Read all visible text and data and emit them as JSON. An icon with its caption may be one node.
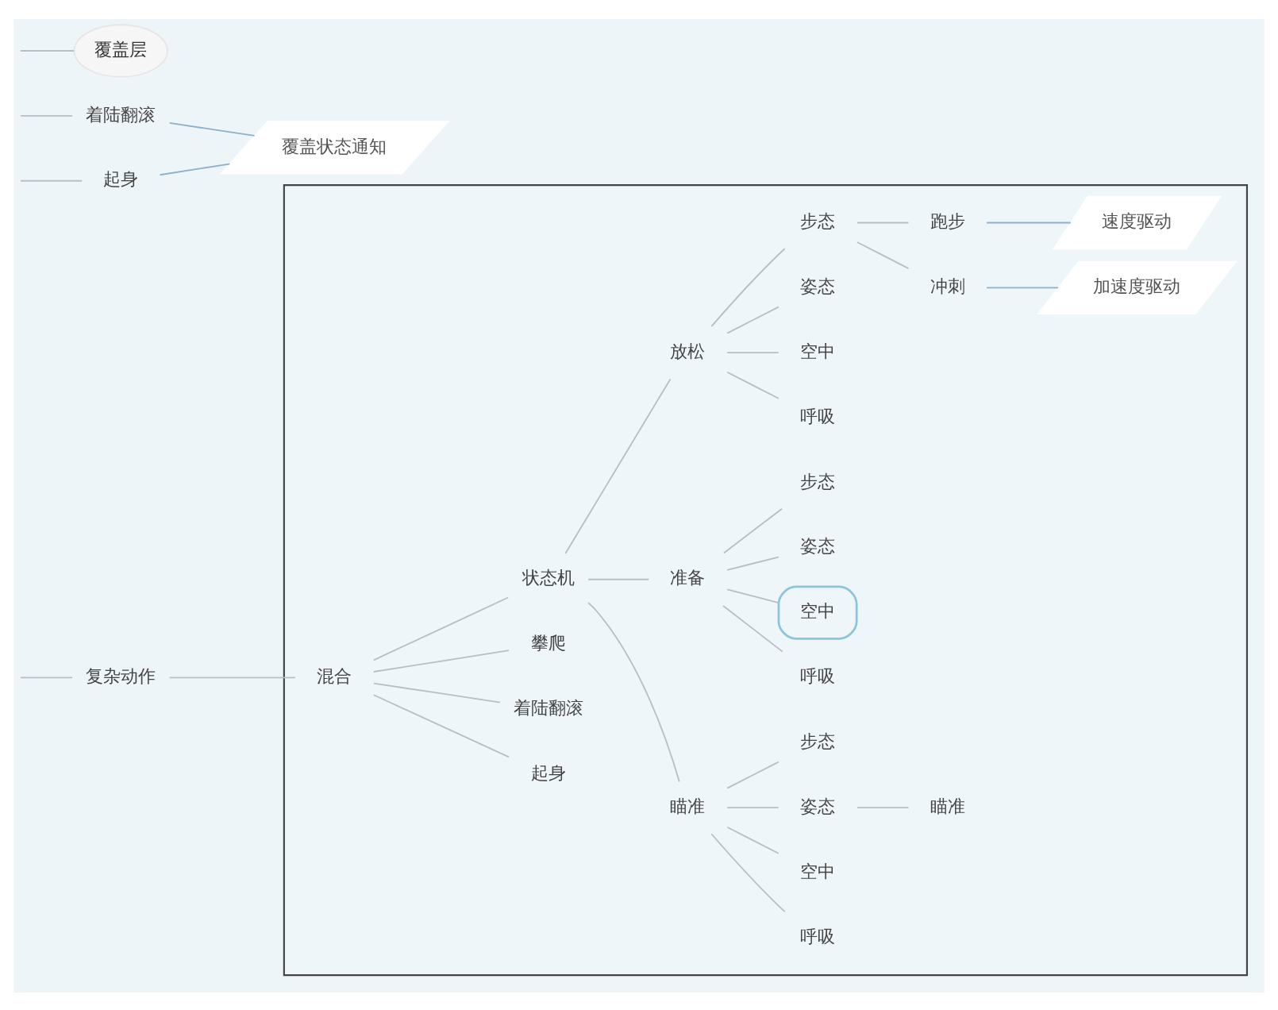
{
  "diagram": {
    "nodes": [
      {
        "text": [
          "覆盖层"
        ]
      },
      {
        "text": [
          "着陆翻滚"
        ]
      },
      {
        "text": [
          "覆盖状态通知"
        ]
      },
      {
        "text": [
          "起身"
        ]
      },
      {
        "text": [
          "复杂动作"
        ]
      },
      {
        "text": [],
        "shape": "box"
      },
      {
        "text": [
          "混合"
        ],
        "in": 5
      },
      {
        "text": [
          "状态机"
        ],
        "in": 5
      },
      {
        "text": [
          "放松"
        ],
        "in": 5
      },
      {
        "text": [
          "步态"
        ],
        "in": 5
      },
      {
        "text": [
          "跑步"
        ],
        "in": 5
      },
      {
        "text": [
          "速度驱动"
        ],
        "in": 5
      },
      {
        "text": [
          "冲刺"
        ],
        "in": 5
      },
      {
        "text": [
          "加速度驱动"
        ],
        "in": 5
      },
      {
        "text": [
          "姿态"
        ],
        "in": 5
      },
      {
        "text": [
          "空中"
        ],
        "in": 5
      },
      {
        "text": [
          "呼吸"
        ],
        "in": 5
      },
      {
        "text": [
          "准备"
        ],
        "in": 5
      },
      {
        "text": [
          "步态"
        ],
        "in": 5
      },
      {
        "text": [
          "姿态"
        ],
        "in": 5
      },
      {
        "text": [
          "空中"
        ],
        "in": 5
      },
      {
        "text": [
          "呼吸"
        ],
        "in": 5
      },
      {
        "text": [
          "瞄准"
        ],
        "in": 5
      },
      {
        "text": [
          "步态"
        ],
        "in": 5
      },
      {
        "text": [
          "姿态"
        ],
        "in": 5
      },
      {
        "text": [
          "瞄准"
        ],
        "in": 5
      },
      {
        "text": [
          "空中"
        ],
        "in": 5
      },
      {
        "text": [
          "呼吸"
        ],
        "in": 5
      },
      {
        "text": [
          "攀爬"
        ],
        "in": 5
      },
      {
        "text": [
          "着陆翻滚"
        ],
        "in": 5
      },
      {
        "text": [
          "起身"
        ],
        "in": 5
      }
    ],
    "edges": [
      {
        "from": null,
        "to": 0,
        "arrow": "none"
      },
      {
        "from": null,
        "to": 1,
        "arrow": "none"
      },
      {
        "from": null,
        "to": 3,
        "arrow": "none"
      },
      {
        "from": 1,
        "to": 2,
        "arrow": "none",
        "color": "#8fb0c8"
      },
      {
        "from": 3,
        "to": 2,
        "arrow": "none",
        "color": "#8fb0c8"
      },
      {
        "from": null,
        "to": 4,
        "arrow": "none"
      },
      {
        "from": 4,
        "to": 6,
        "arrow": "none"
      },
      {
        "from": 6,
        "to": 7,
        "arrow": "none"
      },
      {
        "from": 7,
        "to": 8,
        "arrow": "none"
      },
      {
        "from": 8,
        "to": 9,
        "arrow": "none"
      },
      {
        "from": 9,
        "to": 10,
        "arrow": "none"
      },
      {
        "from": 9,
        "to": 12,
        "arrow": "none"
      },
      {
        "from": 10,
        "to": 11,
        "arrow": "none",
        "color": "#8fb0c8"
      },
      {
        "from": 12,
        "to": 13,
        "arrow": "none",
        "color": "#8fb0c8"
      },
      {
        "from": 8,
        "to": 14,
        "arrow": "none"
      },
      {
        "from": 8,
        "to": 15,
        "arrow": "none"
      },
      {
        "from": 8,
        "to": 16,
        "arrow": "none"
      },
      {
        "from": 7,
        "to": 17,
        "arrow": "none"
      },
      {
        "from": 17,
        "to": 18,
        "arrow": "none"
      },
      {
        "from": 17,
        "to": 19,
        "arrow": "none"
      },
      {
        "from": 17,
        "to": 20,
        "arrow": "none"
      },
      {
        "from": 17,
        "to": 21,
        "arrow": "none"
      },
      {
        "from": 7,
        "to": 22,
        "arrow": "none"
      },
      {
        "from": 22,
        "to": 23,
        "arrow": "none"
      },
      {
        "from": 22,
        "to": 24,
        "arrow": "none"
      },
      {
        "from": 24,
        "to": 25,
        "arrow": "none"
      },
      {
        "from": 22,
        "to": 26,
        "arrow": "none"
      },
      {
        "from": 22,
        "to": 27,
        "arrow": "none"
      },
      {
        "from": 6,
        "to": 28,
        "arrow": "none"
      },
      {
        "from": 6,
        "to": 29,
        "arrow": "none"
      },
      {
        "from": 6,
        "to": 30,
        "arrow": "none"
      }
    ]
  }
}
